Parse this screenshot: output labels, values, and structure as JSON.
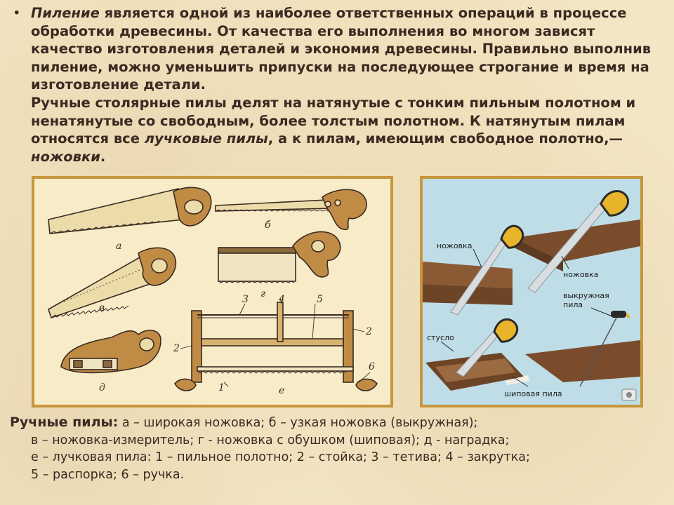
{
  "intro": {
    "bullet": "•",
    "p1_term": "Пиление",
    "p1_rest": " является одной из наиболее ответственных операций в процессе обработки древесины. От качества его выполнения во многом зависят качество изготовления деталей и экономия древесины. Правильно выполнив пиление, можно уменьшить припуски на последующее строгание и время на изготовление детали.",
    "p2_start": "Ручные столярные пилы делят на натянутые с тонким пильным полотном и ненатянутые со свободным, более толстым полотном. К натянутым пилам относятся все ",
    "p2_term1": "лучковые пилы",
    "p2_mid": ", а к пилам, имеющим свободное полотно,—",
    "p2_term2": "ножовки",
    "p2_end": "."
  },
  "drawings": {
    "letters": [
      "а",
      "б",
      "в",
      "г",
      "д",
      "е"
    ],
    "numbers": [
      "1",
      "2",
      "3",
      "4",
      "5",
      "6"
    ]
  },
  "photo": {
    "labels": [
      "ножовка",
      "ножовка",
      "выкружная",
      "пила",
      "стусло",
      "шиповая пила"
    ]
  },
  "caption": {
    "title": "Ручные пилы:",
    "line1_rest": " а – широкая ножовка; б – узкая ножовка (выкружная);",
    "line2": "в – ножовка-измеритель; г -  ножовка с обушком (шиповая); д -  наградка;",
    "line3": "е – лучковая пила: 1 – пильное полотно; 2 – стойка; 3 – тетива; 4 – закрутка;",
    "line4": "5 – распорка; 6 – ручка."
  },
  "colors": {
    "background": "#f3e6c4",
    "text": "#3a2a22",
    "frame": "#c8963c",
    "photo_bg": "#bfdde6"
  }
}
